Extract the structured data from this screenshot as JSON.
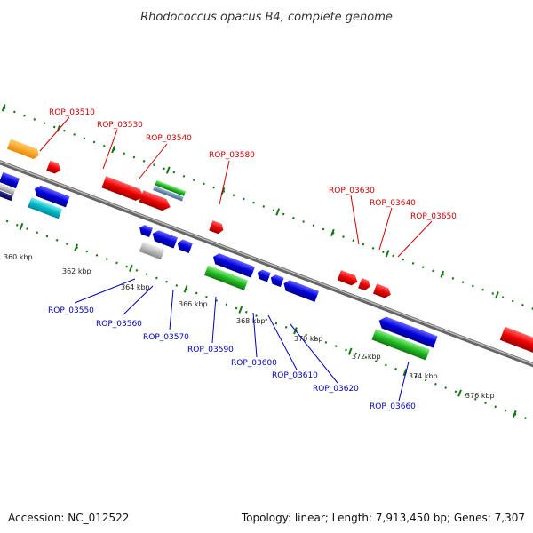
{
  "title": "Rhodococcus opacus B4, complete genome",
  "footer": {
    "accession": "Accession: NC_012522",
    "topology": "Topology: linear; Length: 7,913,450 bp; Genes: 7,307"
  },
  "scale_labels": [
    "360 kbp",
    "362 kbp",
    "364 kbp",
    "366 kbp",
    "368 kbp",
    "370 kbp",
    "372 kbp",
    "374 kbp",
    "376 kbp"
  ],
  "top_labels": [
    "ROP_03510",
    "ROP_03530",
    "ROP_03540",
    "ROP_03580",
    "ROP_03630",
    "ROP_03640",
    "ROP_03650"
  ],
  "bottom_labels": [
    "ROP_03550",
    "ROP_03560",
    "ROP_03570",
    "ROP_03590",
    "ROP_03600",
    "ROP_03610",
    "ROP_03620",
    "ROP_03660"
  ],
  "colors": {
    "forward_gene": "#ee0000",
    "reverse_gene": "#0000dd",
    "rna_green": "#22bb22",
    "cyan": "#00bbcc",
    "grey": "#aaaaaa",
    "orange": "#ff9900",
    "steel": "#5588bb",
    "navy": "#000066",
    "axis": "#888888",
    "tick": "#117711",
    "top_label": "#cc0000",
    "bottom_label": "#0000bb"
  }
}
